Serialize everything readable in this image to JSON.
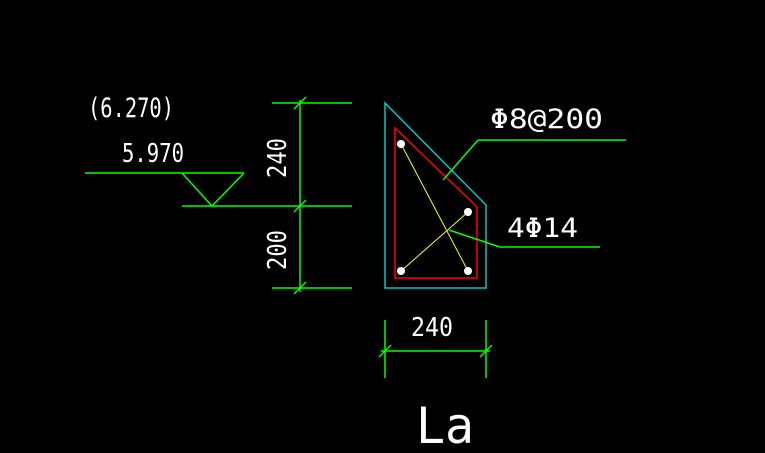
{
  "drawing": {
    "background": "#000000",
    "colors": {
      "text": "#ffffff",
      "dimension": "#00ff00",
      "section_outline": "#00c8c8",
      "stirrup": "#ff0000",
      "leader": "#ffff00",
      "rebar": "#ffffff"
    },
    "elevation": {
      "upper_label": "(6.270)",
      "lower_label": "5.970"
    },
    "dimensions": {
      "height_top": "240",
      "height_bottom": "200",
      "width": "240"
    },
    "rebar": {
      "stirrup_label": "Φ8@200",
      "longitudinal_label": "4Φ14",
      "bar_count": 4
    },
    "section_name": "La"
  }
}
